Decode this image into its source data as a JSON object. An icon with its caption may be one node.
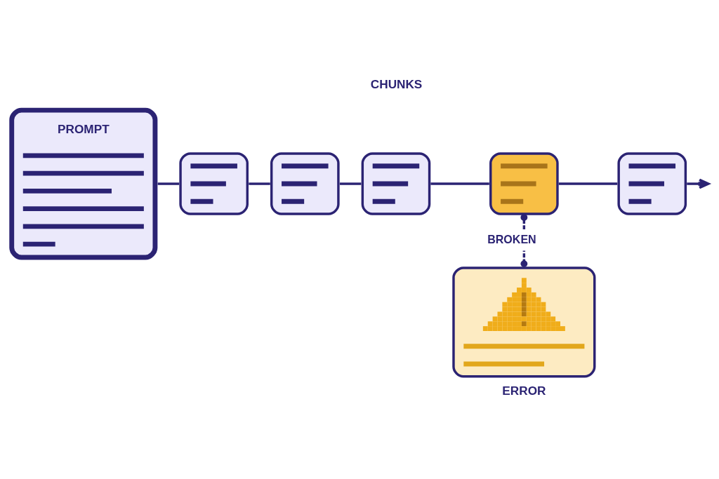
{
  "diagram": {
    "nodes": [
      {
        "text": [
          "PROMPT"
        ]
      },
      {
        "text": [],
        "shape": "box"
      },
      {
        "text": [],
        "shape": "box"
      },
      {
        "text": [],
        "shape": "box"
      },
      {
        "text": [],
        "shape": "box"
      },
      {
        "text": [],
        "shape": "box"
      },
      {
        "text": [
          "ERROR"
        ]
      }
    ],
    "edges": [
      {
        "from": 0,
        "to": 1,
        "arrow": "none"
      },
      {
        "from": 1,
        "to": 2,
        "arrow": "none"
      },
      {
        "from": 2,
        "to": 3,
        "arrow": "none"
      },
      {
        "from": 3,
        "to": 4,
        "arrow": "none"
      },
      {
        "from": 4,
        "to": 5,
        "arrow": "none"
      },
      {
        "from": 5,
        "to": null,
        "arrow": "to"
      },
      {
        "from": 4,
        "to": 6,
        "label": "BROKEN",
        "arrow": "other",
        "style": "dashed"
      }
    ],
    "labels": [
      "CHUNKS"
    ]
  }
}
